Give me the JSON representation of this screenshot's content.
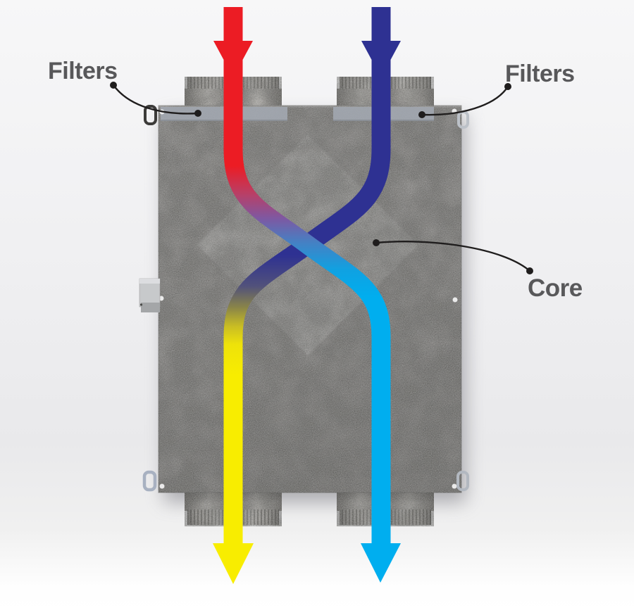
{
  "scene": {
    "background_top": "#f7f7f8",
    "background_bottom": "#ffffff",
    "unit": {
      "body_color": "#8e8c8a",
      "core_color": "#aaa9a7",
      "filter_strip_color": "#a3a9b2"
    },
    "labels": {
      "filter_left": "Filters",
      "filter_right": "Filters",
      "core": "Core",
      "text_color": "#58585a",
      "leader_color": "#1f1d1d"
    },
    "flows": {
      "hot_in_color": "#ec1c24",
      "cold_in_color": "#2e3192",
      "cold_out_color": "#00aeef",
      "hot_out_color": "#f8ed00"
    }
  }
}
